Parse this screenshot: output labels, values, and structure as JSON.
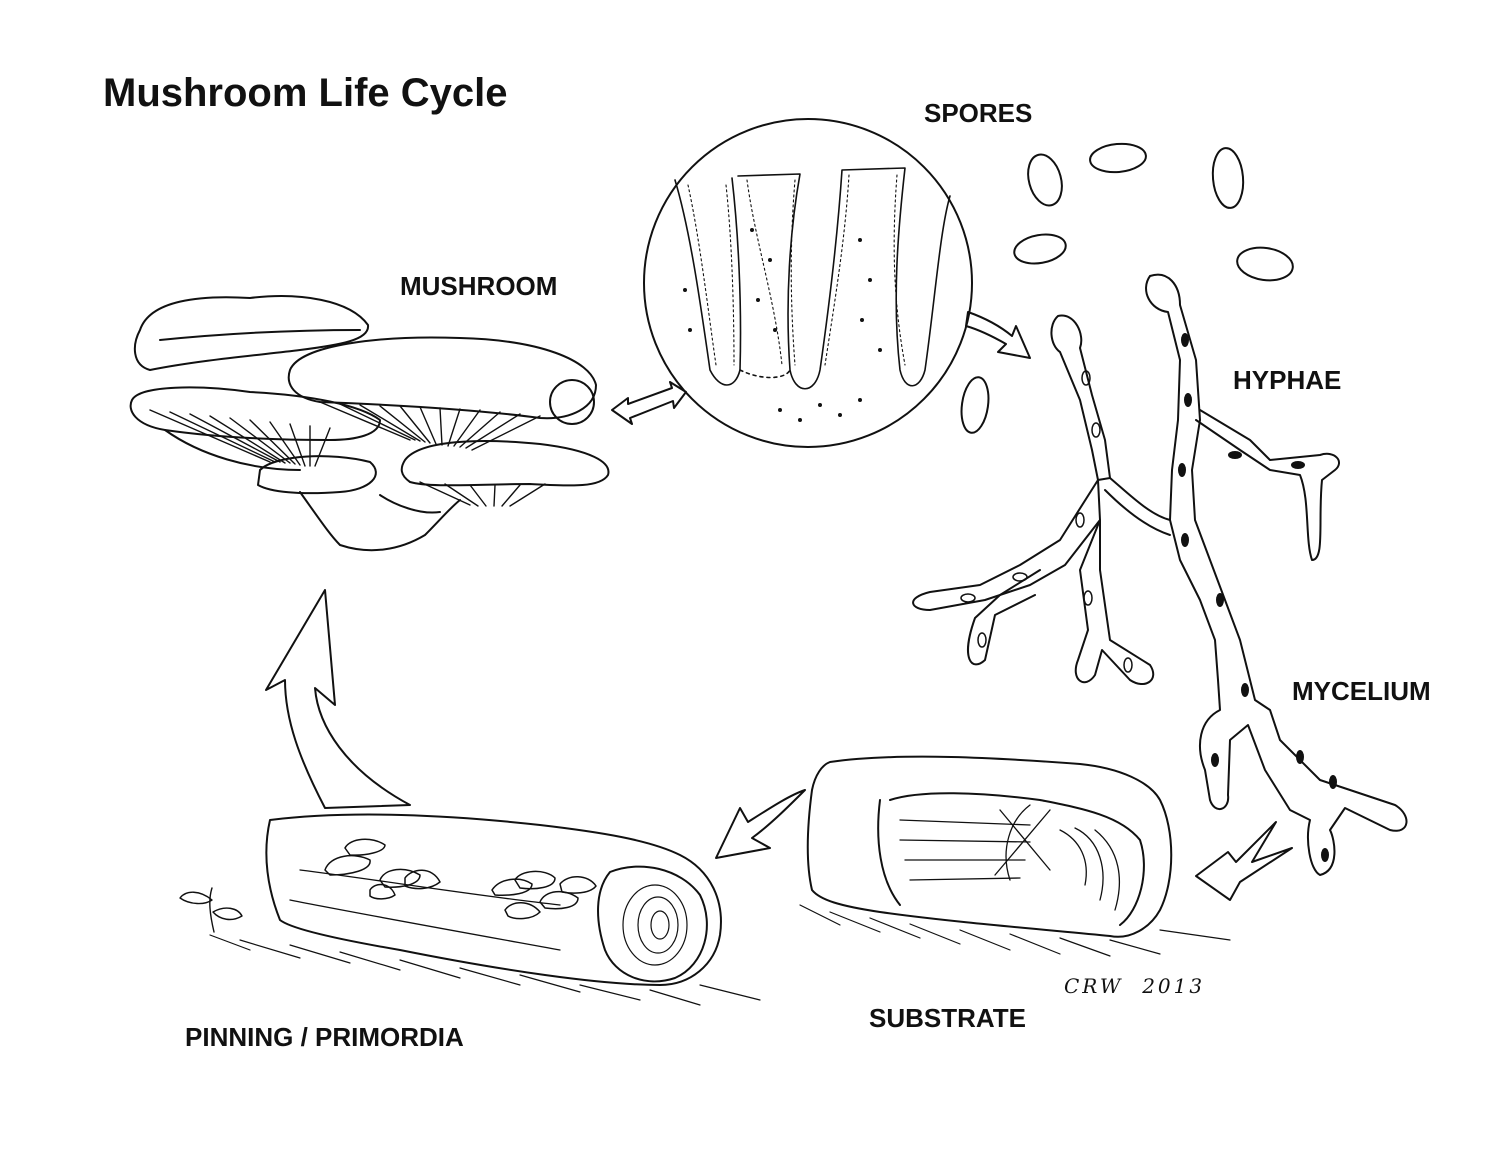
{
  "title": "Mushroom Life Cycle",
  "stages": {
    "spores": "SPORES",
    "mushroom": "MUSHROOM",
    "hyphae": "HYPHAE",
    "mycelium": "MYCELIUM",
    "substrate": "SUBSTRATE",
    "pinning": "PINNING / PRIMORDIA"
  },
  "signature": {
    "initials": "CRW",
    "year": "2013"
  }
}
